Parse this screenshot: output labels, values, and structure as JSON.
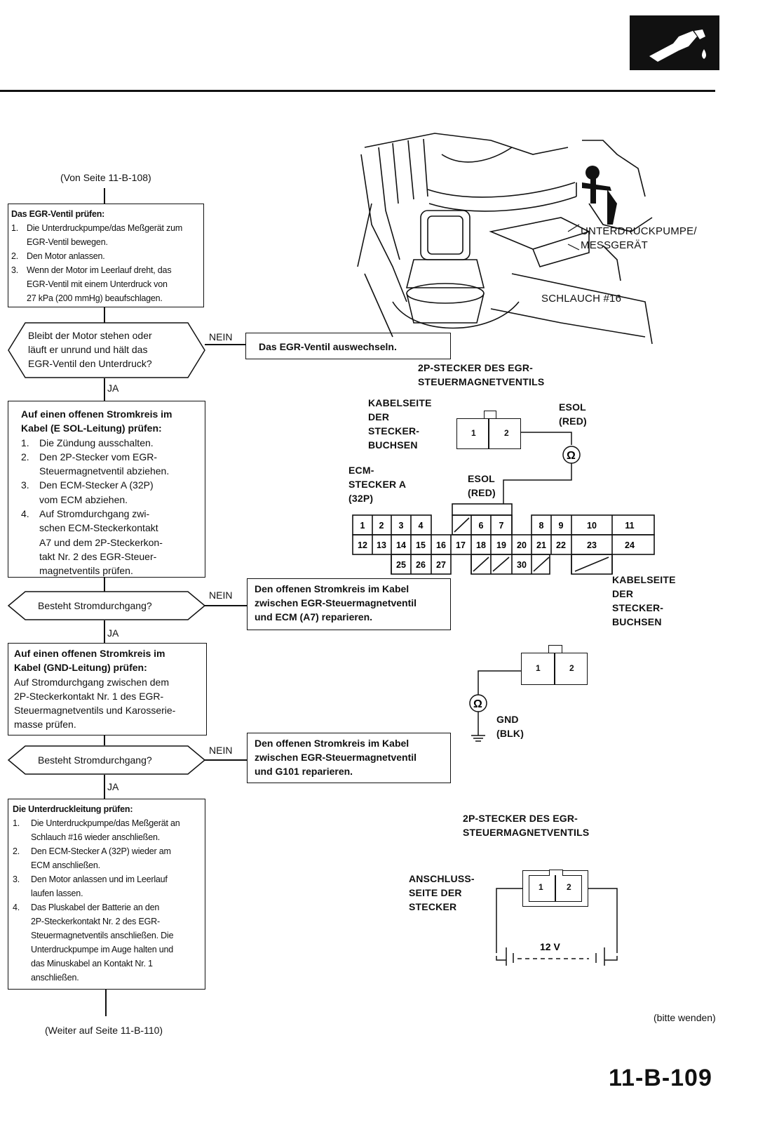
{
  "header": {
    "page_number": "11-B-109",
    "corner_icon": "fuel-nozzle-icon"
  },
  "flow": {
    "from_page": "(Von Seite 11-B-108)",
    "to_page": "(Weiter auf Seite 11-B-110)",
    "turn_page": "(bitte wenden)",
    "step1": {
      "title": "Das EGR-Ventil prüfen:",
      "items": [
        {
          "n": "1.",
          "lines": [
            "Die Unterdruckpumpe/das Meßgerät zum",
            "EGR-Ventil bewegen."
          ]
        },
        {
          "n": "2.",
          "lines": [
            "Den Motor anlassen."
          ]
        },
        {
          "n": "3.",
          "lines": [
            "Wenn der Motor im Leerlauf dreht, das",
            "EGR-Ventil mit einem Unterdruck von",
            "27 kPa (200 mmHg) beaufschlagen."
          ]
        }
      ]
    },
    "decision1": {
      "lines": [
        "Bleibt der Motor stehen oder",
        "läuft er unrund und hält das",
        "EGR-Ventil den Unterdruck?"
      ],
      "no_label": "NEIN",
      "yes_label": "JA",
      "no_action": "Das EGR-Ventil auswechseln."
    },
    "step2": {
      "title_lines": [
        "Auf einen offenen Stromkreis im",
        "Kabel (E SOL-Leitung) prüfen:"
      ],
      "items": [
        {
          "n": "1.",
          "lines": [
            "Die Zündung ausschalten."
          ]
        },
        {
          "n": "2.",
          "lines": [
            "Den 2P-Stecker vom EGR-",
            "Steuermagnetventil abziehen."
          ]
        },
        {
          "n": "3.",
          "lines": [
            "Den ECM-Stecker A (32P)",
            "vom ECM abziehen."
          ]
        },
        {
          "n": "4.",
          "lines": [
            "Auf Stromdurchgang zwi-",
            "schen ECM-Steckerkontakt",
            "A7 und dem 2P-Steckerkon-",
            "takt Nr. 2 des EGR-Steuer-",
            "magnetventils prüfen."
          ]
        }
      ]
    },
    "decision2": {
      "text": "Besteht Stromdurchgang?",
      "no_label": "NEIN",
      "yes_label": "JA",
      "no_action_lines": [
        "Den offenen Stromkreis im Kabel",
        "zwischen EGR-Steuermagnetventil",
        "und ECM (A7) reparieren."
      ]
    },
    "step3": {
      "title_lines": [
        "Auf einen offenen Stromkreis im",
        "Kabel (GND-Leitung) prüfen:"
      ],
      "body_lines": [
        "Auf Stromdurchgang zwischen dem",
        "2P-Steckerkontakt Nr. 1 des EGR-",
        "Steuermagnetventils und Karosserie-",
        "masse prüfen."
      ]
    },
    "decision3": {
      "text": "Besteht Stromdurchgang?",
      "no_label": "NEIN",
      "yes_label": "JA",
      "no_action_lines": [
        "Den offenen Stromkreis im Kabel",
        "zwischen EGR-Steuermagnetventil",
        "und G101 reparieren."
      ]
    },
    "step4": {
      "title": "Die Unterdruckleitung prüfen:",
      "items": [
        {
          "n": "1.",
          "lines": [
            "Die Unterdruckpumpe/das Meßgerät an",
            "Schlauch #16 wieder anschließen."
          ]
        },
        {
          "n": "2.",
          "lines": [
            "Den ECM-Stecker A (32P) wieder am",
            "ECM anschließen."
          ]
        },
        {
          "n": "3.",
          "lines": [
            "Den Motor anlassen und im Leerlauf",
            "laufen lassen."
          ]
        },
        {
          "n": "4.",
          "lines": [
            "Das Pluskabel der Batterie an den",
            "2P-Steckerkontakt Nr. 2 des EGR-",
            "Steuermagnetventils anschließen. Die",
            "Unterdruckpumpe im Auge halten und",
            "das Minuskabel an Kontakt Nr. 1",
            "anschließen."
          ]
        }
      ]
    }
  },
  "figure_engine": {
    "label_pump_1": "UNTERDRUCKPUMPE/",
    "label_pump_2": "MESSGERÄT",
    "label_hose": "SCHLAUCH #16"
  },
  "figure_connectors": {
    "title_1": "2P-STECKER DES EGR-",
    "title_2": "STEUERMAGNETVENTILS",
    "cable_side_lines": [
      "KABELSEITE",
      "DER",
      "STECKER-",
      "BUCHSEN"
    ],
    "esol_1": "ESOL",
    "red_1": "(RED)",
    "ohm": "Ω",
    "ecm_lines": [
      "ECM-",
      "STECKER A",
      "(32P)"
    ],
    "esol_2": "ESOL",
    "red_2": "(RED)",
    "cable_side2_lines": [
      "KABELSEITE",
      "DER",
      "STECKER-",
      "BUCHSEN"
    ],
    "pins_2p": [
      "1",
      "2"
    ],
    "ecm_row1": [
      "1",
      "2",
      "3",
      "4",
      "6",
      "7",
      "8",
      "9",
      "10",
      "11"
    ],
    "ecm_row2": [
      "12",
      "13",
      "14",
      "15",
      "16",
      "17",
      "18",
      "19",
      "20",
      "21",
      "22",
      "23",
      "24"
    ],
    "ecm_row3": [
      "25",
      "26",
      "27",
      "30"
    ],
    "gnd": "GND",
    "blk": "(BLK)"
  },
  "figure_battery": {
    "title_1": "2P-STECKER DES EGR-",
    "title_2": "STEUERMAGNETVENTILS",
    "side_lines": [
      "ANSCHLUSS-",
      "SEITE DER",
      "STECKER"
    ],
    "voltage": "12 V",
    "pins": [
      "1",
      "2"
    ]
  }
}
